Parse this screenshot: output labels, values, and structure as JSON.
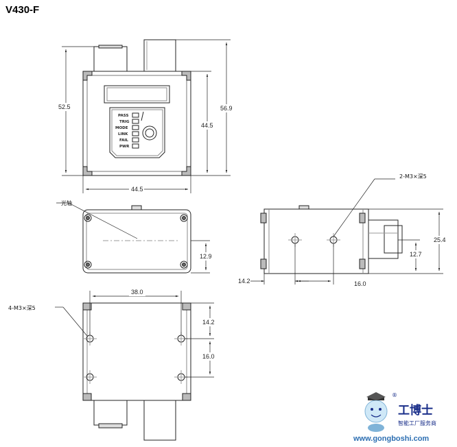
{
  "title": "V430-F",
  "dimensions": {
    "front_height": "52.5",
    "front_total_height": "56.9",
    "front_inner_height": "44.5",
    "front_width": "44.5",
    "top_offset": "12.9",
    "side_height": "25.4",
    "side_offset": "12.7",
    "side_left": "14.2",
    "side_spacing": "16.0",
    "bottom_width": "38.0",
    "bottom_offset": "14.2",
    "bottom_spacing": "16.0"
  },
  "labels": {
    "optical_axis": "光轴",
    "side_holes": "2-M3×深5",
    "bottom_holes": "4-M3×深5"
  },
  "leds": [
    "PASS",
    "TRIG",
    "MODE",
    "LINK",
    "FAIL",
    "PWR"
  ],
  "watermark": {
    "brand": "工博士",
    "slogan": "智能工厂服务商",
    "url": "www.gongboshi.com",
    "registered": "®"
  }
}
